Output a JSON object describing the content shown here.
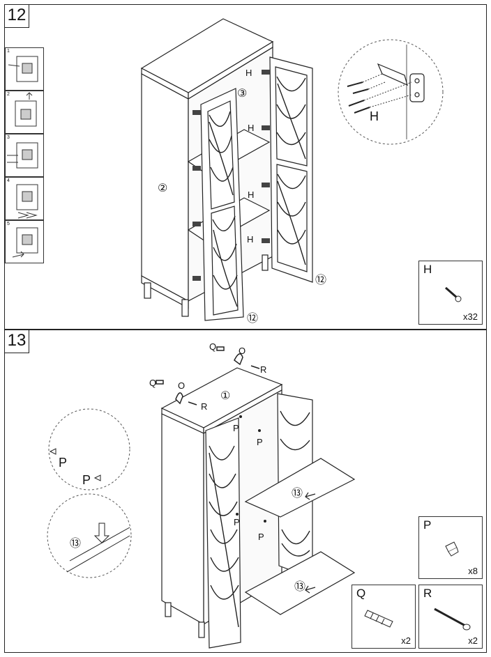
{
  "step12": {
    "number": "12",
    "thumbs": [
      "1",
      "2",
      "3",
      "4",
      "5"
    ],
    "labels": {
      "part2": "②",
      "part3": "③",
      "part12": "⑫",
      "hinge": "H"
    },
    "part_box": {
      "letter": "H",
      "qty": "x32"
    },
    "detail_label": "H"
  },
  "step13": {
    "number": "13",
    "labels": {
      "part1": "①",
      "part13": "⑬",
      "P": "P",
      "Q": "Q",
      "O": "O",
      "R": "R"
    },
    "part_boxes": [
      {
        "letter": "P",
        "qty": "x8"
      },
      {
        "letter": "Q",
        "qty": "x2"
      },
      {
        "letter": "R",
        "qty": "x2"
      }
    ]
  }
}
